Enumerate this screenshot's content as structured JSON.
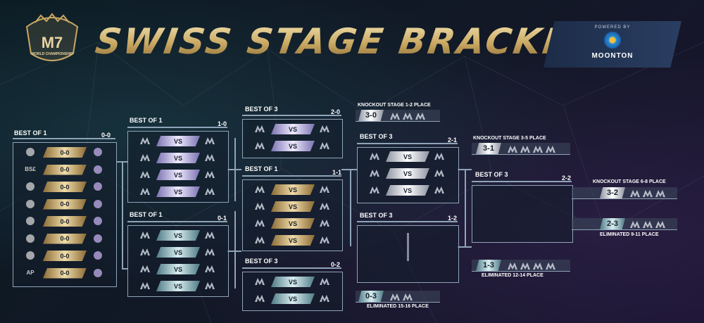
{
  "header": {
    "title": "SWISS STAGE BRACKET",
    "logo": {
      "main": "M7",
      "sub": "WORLD CHAMPIONSHIP"
    },
    "sponsor": {
      "powered_by": "POWERED BY",
      "name": "MOONTON"
    }
  },
  "colors": {
    "gold": "#d9bf85",
    "lavender": "#c9c2f0",
    "teal": "#a9d2d8",
    "line": "#8fa4b8",
    "bg": "#0d1320"
  },
  "groups": {
    "g00": {
      "label": "BEST OF 1",
      "record": "0-0",
      "matches": [
        {
          "left": "dragon-logo",
          "score": "0-0",
          "right": "circle-logo"
        },
        {
          "left": "BS£",
          "score": "0-0",
          "right": "blade-logo"
        },
        {
          "left": "z-logo",
          "score": "0-0",
          "right": "purple-logo"
        },
        {
          "left": "triangle-logo",
          "score": "0-0",
          "right": "leaf-logo"
        },
        {
          "left": "red-logo",
          "score": "0-0",
          "right": "tiger-logo"
        },
        {
          "left": "orange-logo",
          "score": "0-0",
          "right": "swirl-logo"
        },
        {
          "left": "a-logo",
          "score": "0-0",
          "right": "liquid-logo"
        },
        {
          "left": "AP",
          "score": "0-0",
          "right": "teal-logo"
        }
      ]
    },
    "g10": {
      "label": "BEST OF 1",
      "record": "1-0",
      "vs": "VS"
    },
    "g01": {
      "label": "BEST OF 1",
      "record": "0-1",
      "vs": "VS"
    },
    "g20": {
      "label": "BEST OF 3",
      "record": "2-0",
      "vs": "VS"
    },
    "g11": {
      "label": "BEST OF 1",
      "record": "1-1",
      "vs": "VS"
    },
    "g02": {
      "label": "BEST OF 3",
      "record": "0-2",
      "vs": "VS"
    },
    "g21": {
      "label": "BEST OF 3",
      "record": "2-1",
      "vs": "VS"
    },
    "g12": {
      "label": "BEST OF 3",
      "record": "1-2"
    },
    "g22": {
      "label": "BEST OF 3",
      "record": "2-2"
    }
  },
  "results": {
    "r30": {
      "label": "KNOCKOUT STAGE 1-2 PLACE",
      "score": "3-0"
    },
    "r31": {
      "label": "KNOCKOUT STAGE 3-5 PLACE",
      "score": "3-1"
    },
    "r32": {
      "label": "KNOCKOUT STAGE 6-8 PLACE",
      "score": "3-2"
    },
    "r23": {
      "label": "ELIMINATED 9-11 PLACE",
      "score": "2-3"
    },
    "r13": {
      "label": "ELIMINATED 12-14 PLACE",
      "score": "1-3"
    },
    "r03": {
      "label": "ELIMINATED 15-16 PLACE",
      "score": "0-3"
    }
  }
}
